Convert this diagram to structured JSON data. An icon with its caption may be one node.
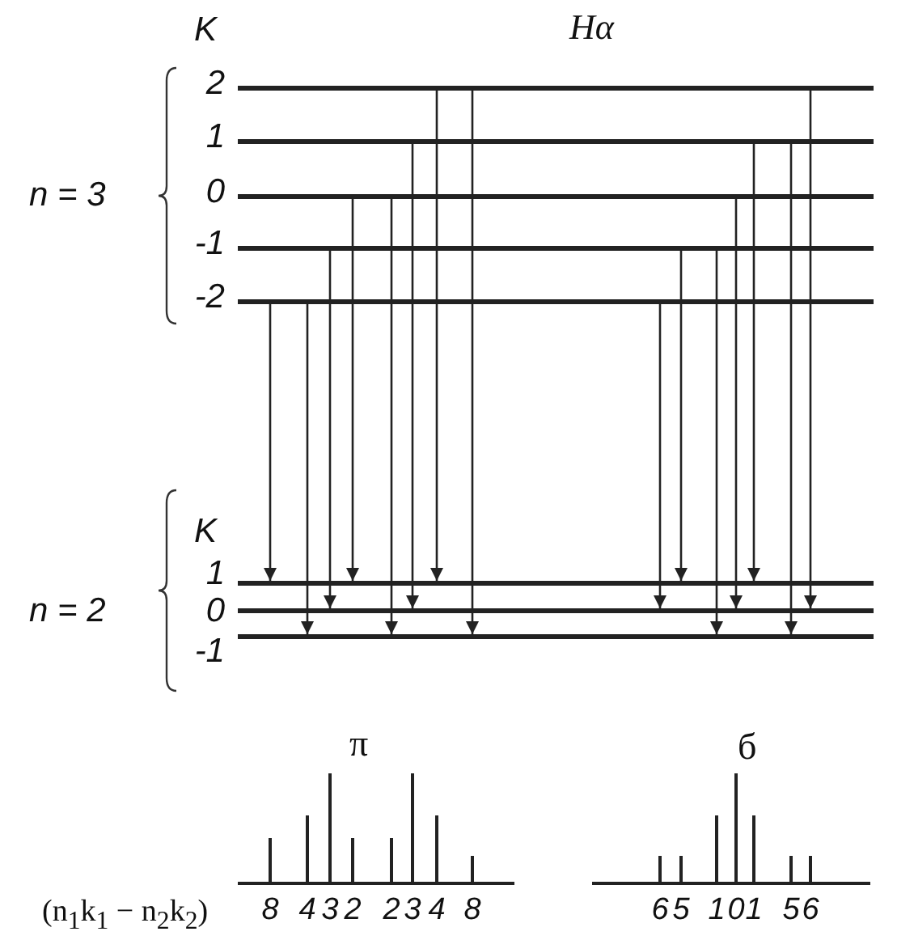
{
  "diagram": {
    "title": "Hα",
    "nodes": [
      {
        "text": [],
        "shape": "bar",
        "beside": [
          "2"
        ]
      },
      {
        "text": [],
        "shape": "bar",
        "beside": [
          "1"
        ]
      },
      {
        "text": [],
        "shape": "bar",
        "beside": [
          "0"
        ]
      },
      {
        "text": [],
        "shape": "bar",
        "beside": [
          "-1"
        ]
      },
      {
        "text": [],
        "shape": "bar",
        "beside": [
          "-2"
        ]
      },
      {
        "text": [],
        "shape": "bar",
        "beside": [
          "1"
        ]
      },
      {
        "text": [],
        "shape": "bar",
        "beside": [
          "0"
        ]
      },
      {
        "text": [],
        "shape": "bar",
        "beside": [
          "-1"
        ]
      }
    ],
    "edges": [
      {
        "from": 4,
        "to": 5,
        "arrow": "to"
      },
      {
        "from": 4,
        "to": 7,
        "arrow": "to"
      },
      {
        "from": 3,
        "to": 6,
        "arrow": "to"
      },
      {
        "from": 2,
        "to": 5,
        "arrow": "to"
      },
      {
        "from": 2,
        "to": 7,
        "arrow": "to"
      },
      {
        "from": 1,
        "to": 6,
        "arrow": "to"
      },
      {
        "from": 0,
        "to": 5,
        "arrow": "to"
      },
      {
        "from": 0,
        "to": 7,
        "arrow": "to"
      },
      {
        "from": 4,
        "to": 6,
        "arrow": "to"
      },
      {
        "from": 3,
        "to": 5,
        "arrow": "to"
      },
      {
        "from": 3,
        "to": 7,
        "arrow": "to"
      },
      {
        "from": 2,
        "to": 6,
        "arrow": "to"
      },
      {
        "from": 1,
        "to": 5,
        "arrow": "to"
      },
      {
        "from": 1,
        "to": 7,
        "arrow": "to"
      },
      {
        "from": 0,
        "to": 6,
        "arrow": "to"
      }
    ],
    "labels": [
      "K",
      "n = 3",
      "K",
      "n = 2",
      "π",
      "б",
      "(n$_{1}$k$_{1}$ − n$_{2}$k$_{2}$)",
      "8",
      "4",
      "3",
      "2",
      "2",
      "3",
      "4",
      "8",
      "6",
      "5",
      "1",
      "0",
      "1",
      "5",
      "6"
    ]
  }
}
